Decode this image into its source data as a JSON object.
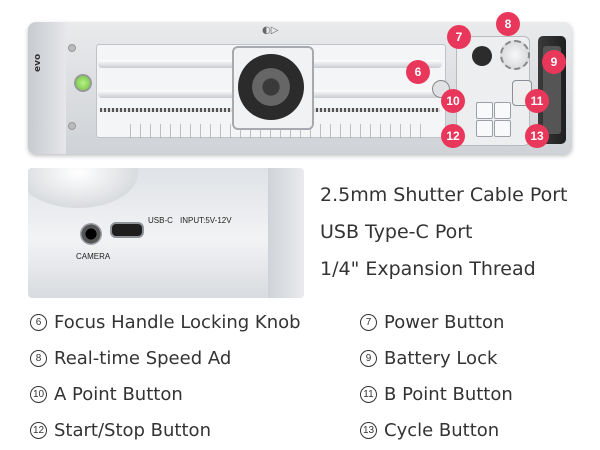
{
  "device": {
    "top_logo": "◐▷",
    "brand_mark": "evo",
    "port_labels": {
      "usb_c": "USB-C",
      "input": "INPUT:5V-12V",
      "camera": "CAMERA"
    }
  },
  "callouts": [
    "6",
    "7",
    "8",
    "9",
    "10",
    "11",
    "12",
    "13"
  ],
  "ports": [
    "2.5mm Shutter Cable Port",
    "USB Type-C Port",
    "1/4\" Expansion Thread"
  ],
  "legend": [
    {
      "num": "6",
      "label": "Focus Handle Locking Knob"
    },
    {
      "num": "7",
      "label": "Power Button"
    },
    {
      "num": "8",
      "label": "Real-time Speed Ad"
    },
    {
      "num": "9",
      "label": "Battery Lock"
    },
    {
      "num": "10",
      "label": "A Point Button"
    },
    {
      "num": "11",
      "label": "B Point Button"
    },
    {
      "num": "12",
      "label": "Start/Stop Button"
    },
    {
      "num": "13",
      "label": "Cycle Button"
    }
  ],
  "colors": {
    "badge": "#e8375a",
    "text": "#333333"
  }
}
